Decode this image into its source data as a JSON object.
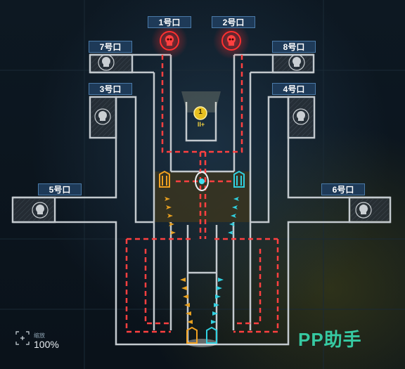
{
  "gates": [
    {
      "id": "g1",
      "label": "1号口",
      "type": "enemy-red"
    },
    {
      "id": "g2",
      "label": "2号口",
      "type": "enemy-red"
    },
    {
      "id": "g3",
      "label": "3号口",
      "type": "enemy-grey"
    },
    {
      "id": "g4",
      "label": "4号口",
      "type": "enemy-grey"
    },
    {
      "id": "g5",
      "label": "5号口",
      "type": "enemy-grey"
    },
    {
      "id": "g6",
      "label": "6号口",
      "type": "enemy-grey"
    },
    {
      "id": "g7",
      "label": "7号口",
      "type": "enemy-grey"
    },
    {
      "id": "g8",
      "label": "8号口",
      "type": "enemy-grey"
    }
  ],
  "objective": {
    "number": "1",
    "sub": "II+"
  },
  "zoom": {
    "label": "缩放",
    "value": "100%"
  },
  "brand": {
    "text": "PP助手"
  },
  "colors": {
    "wall": "#c8ccd0",
    "danger_line": "#ff4040",
    "gold": "#e8a020",
    "cyan": "#30d0e0",
    "red_skull": "#ff2a2a",
    "brand": "#36c9a2",
    "label_bg": "#1e3a58"
  }
}
